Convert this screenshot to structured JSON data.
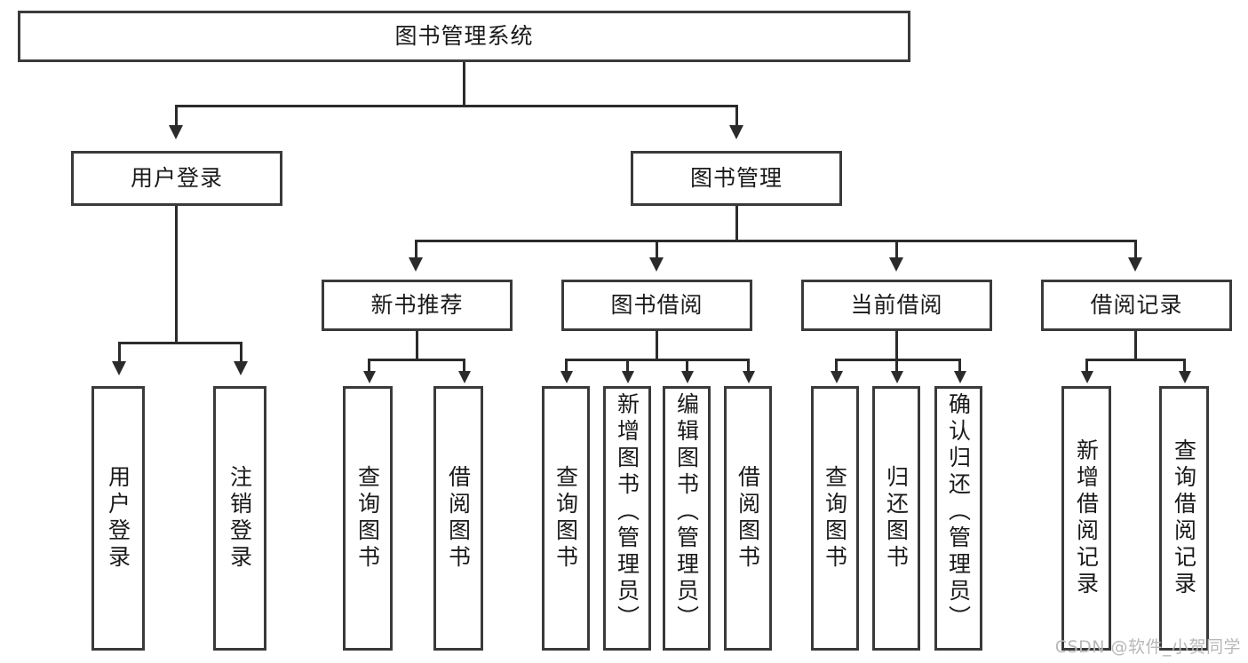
{
  "diagram": {
    "type": "tree-hierarchy",
    "title": "图书管理系统",
    "watermark": "CSDN @软件_小贺同学",
    "colors": {
      "box_border": "#3a3a3a",
      "connector": "#2b2b2b",
      "background": "#ffffff",
      "text": "#1a1a1a",
      "watermark": "#b8b8b8"
    },
    "root": {
      "label": "图书管理系统"
    },
    "level2": [
      {
        "label": "用户登录"
      },
      {
        "label": "图书管理"
      }
    ],
    "level3": [
      {
        "label": "新书推荐"
      },
      {
        "label": "图书借阅"
      },
      {
        "label": "当前借阅"
      },
      {
        "label": "借阅记录"
      }
    ],
    "leaves": {
      "user_login": [
        {
          "label": "用户登录"
        },
        {
          "label": "注销登录"
        }
      ],
      "new_book_recommend": [
        {
          "label": "查询图书"
        },
        {
          "label": "借阅图书"
        }
      ],
      "book_borrow": [
        {
          "label": "查询图书"
        },
        {
          "label": "新增图书（管理员）"
        },
        {
          "label": "编辑图书（管理员）"
        },
        {
          "label": "借阅图书"
        }
      ],
      "current_borrow": [
        {
          "label": "查询图书"
        },
        {
          "label": "归还图书"
        },
        {
          "label": "确认归还（管理员）"
        }
      ],
      "borrow_record": [
        {
          "label": "新增借阅记录"
        },
        {
          "label": "查询借阅记录"
        }
      ]
    }
  }
}
